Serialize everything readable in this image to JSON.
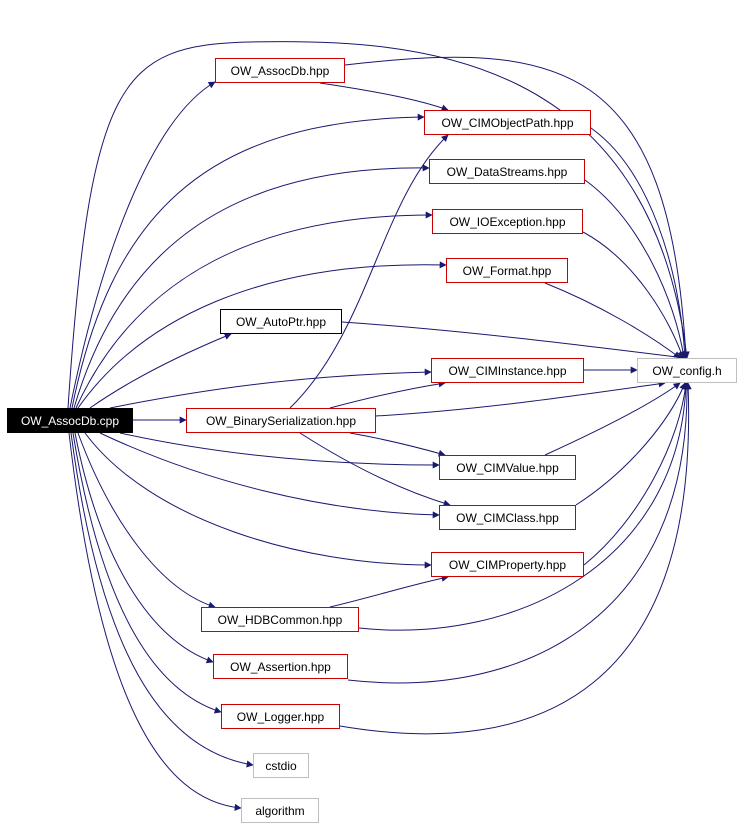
{
  "colors": {
    "edge": "#191970",
    "documented_border": "#cc0000",
    "undocumented_border": "#000000",
    "external_border": "#bfbfbf",
    "root_fill": "#000000"
  },
  "nodes": {
    "root": "OW_AssocDb.cpp",
    "assocdb_hpp": "OW_AssocDb.hpp",
    "cimobjectpath": "OW_CIMObjectPath.hpp",
    "datastreams": "OW_DataStreams.hpp",
    "ioexception": "OW_IOException.hpp",
    "format": "OW_Format.hpp",
    "autoptr": "OW_AutoPtr.hpp",
    "config": "OW_config.h",
    "ciminstance": "OW_CIMInstance.hpp",
    "binaryserialization": "OW_BinarySerialization.hpp",
    "cimvalue": "OW_CIMValue.hpp",
    "cimclass": "OW_CIMClass.hpp",
    "cimproperty": "OW_CIMProperty.hpp",
    "hdbcommon": "OW_HDBCommon.hpp",
    "assertion": "OW_Assertion.hpp",
    "logger": "OW_Logger.hpp",
    "cstdio": "cstdio",
    "algorithm": "algorithm"
  }
}
